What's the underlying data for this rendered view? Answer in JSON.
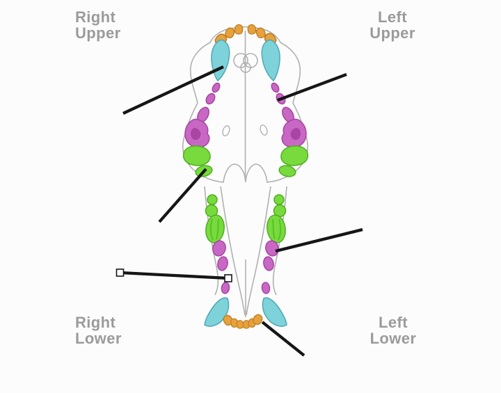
{
  "labels": {
    "right_upper": {
      "line1": "Right",
      "line2": "Upper"
    },
    "left_upper": {
      "line1": "Left",
      "line2": "Upper"
    },
    "right_lower": {
      "line1": "Right",
      "line2": "Lower"
    },
    "left_lower": {
      "line1": "Left",
      "line2": "Lower"
    }
  },
  "colors": {
    "background": "#fcfcfc",
    "label-color": "#9b9b9b",
    "outline-stroke": "#b0b0b0",
    "pointer-color": "#161616",
    "handle-fill": "#ffffff",
    "incisor-fill": "#e7a23d",
    "incisor-stroke": "#bd7d20",
    "canine-fill": "#7ed2da",
    "canine-stroke": "#4fa8b5",
    "premolar-fill": "#c868c4",
    "premolar-stroke": "#a644a2",
    "premolar-detail": "#a53fa0",
    "molar-fill": "#78da3d",
    "molar-stroke": "#4fae20",
    "molar-detail": "#55c227"
  }
}
